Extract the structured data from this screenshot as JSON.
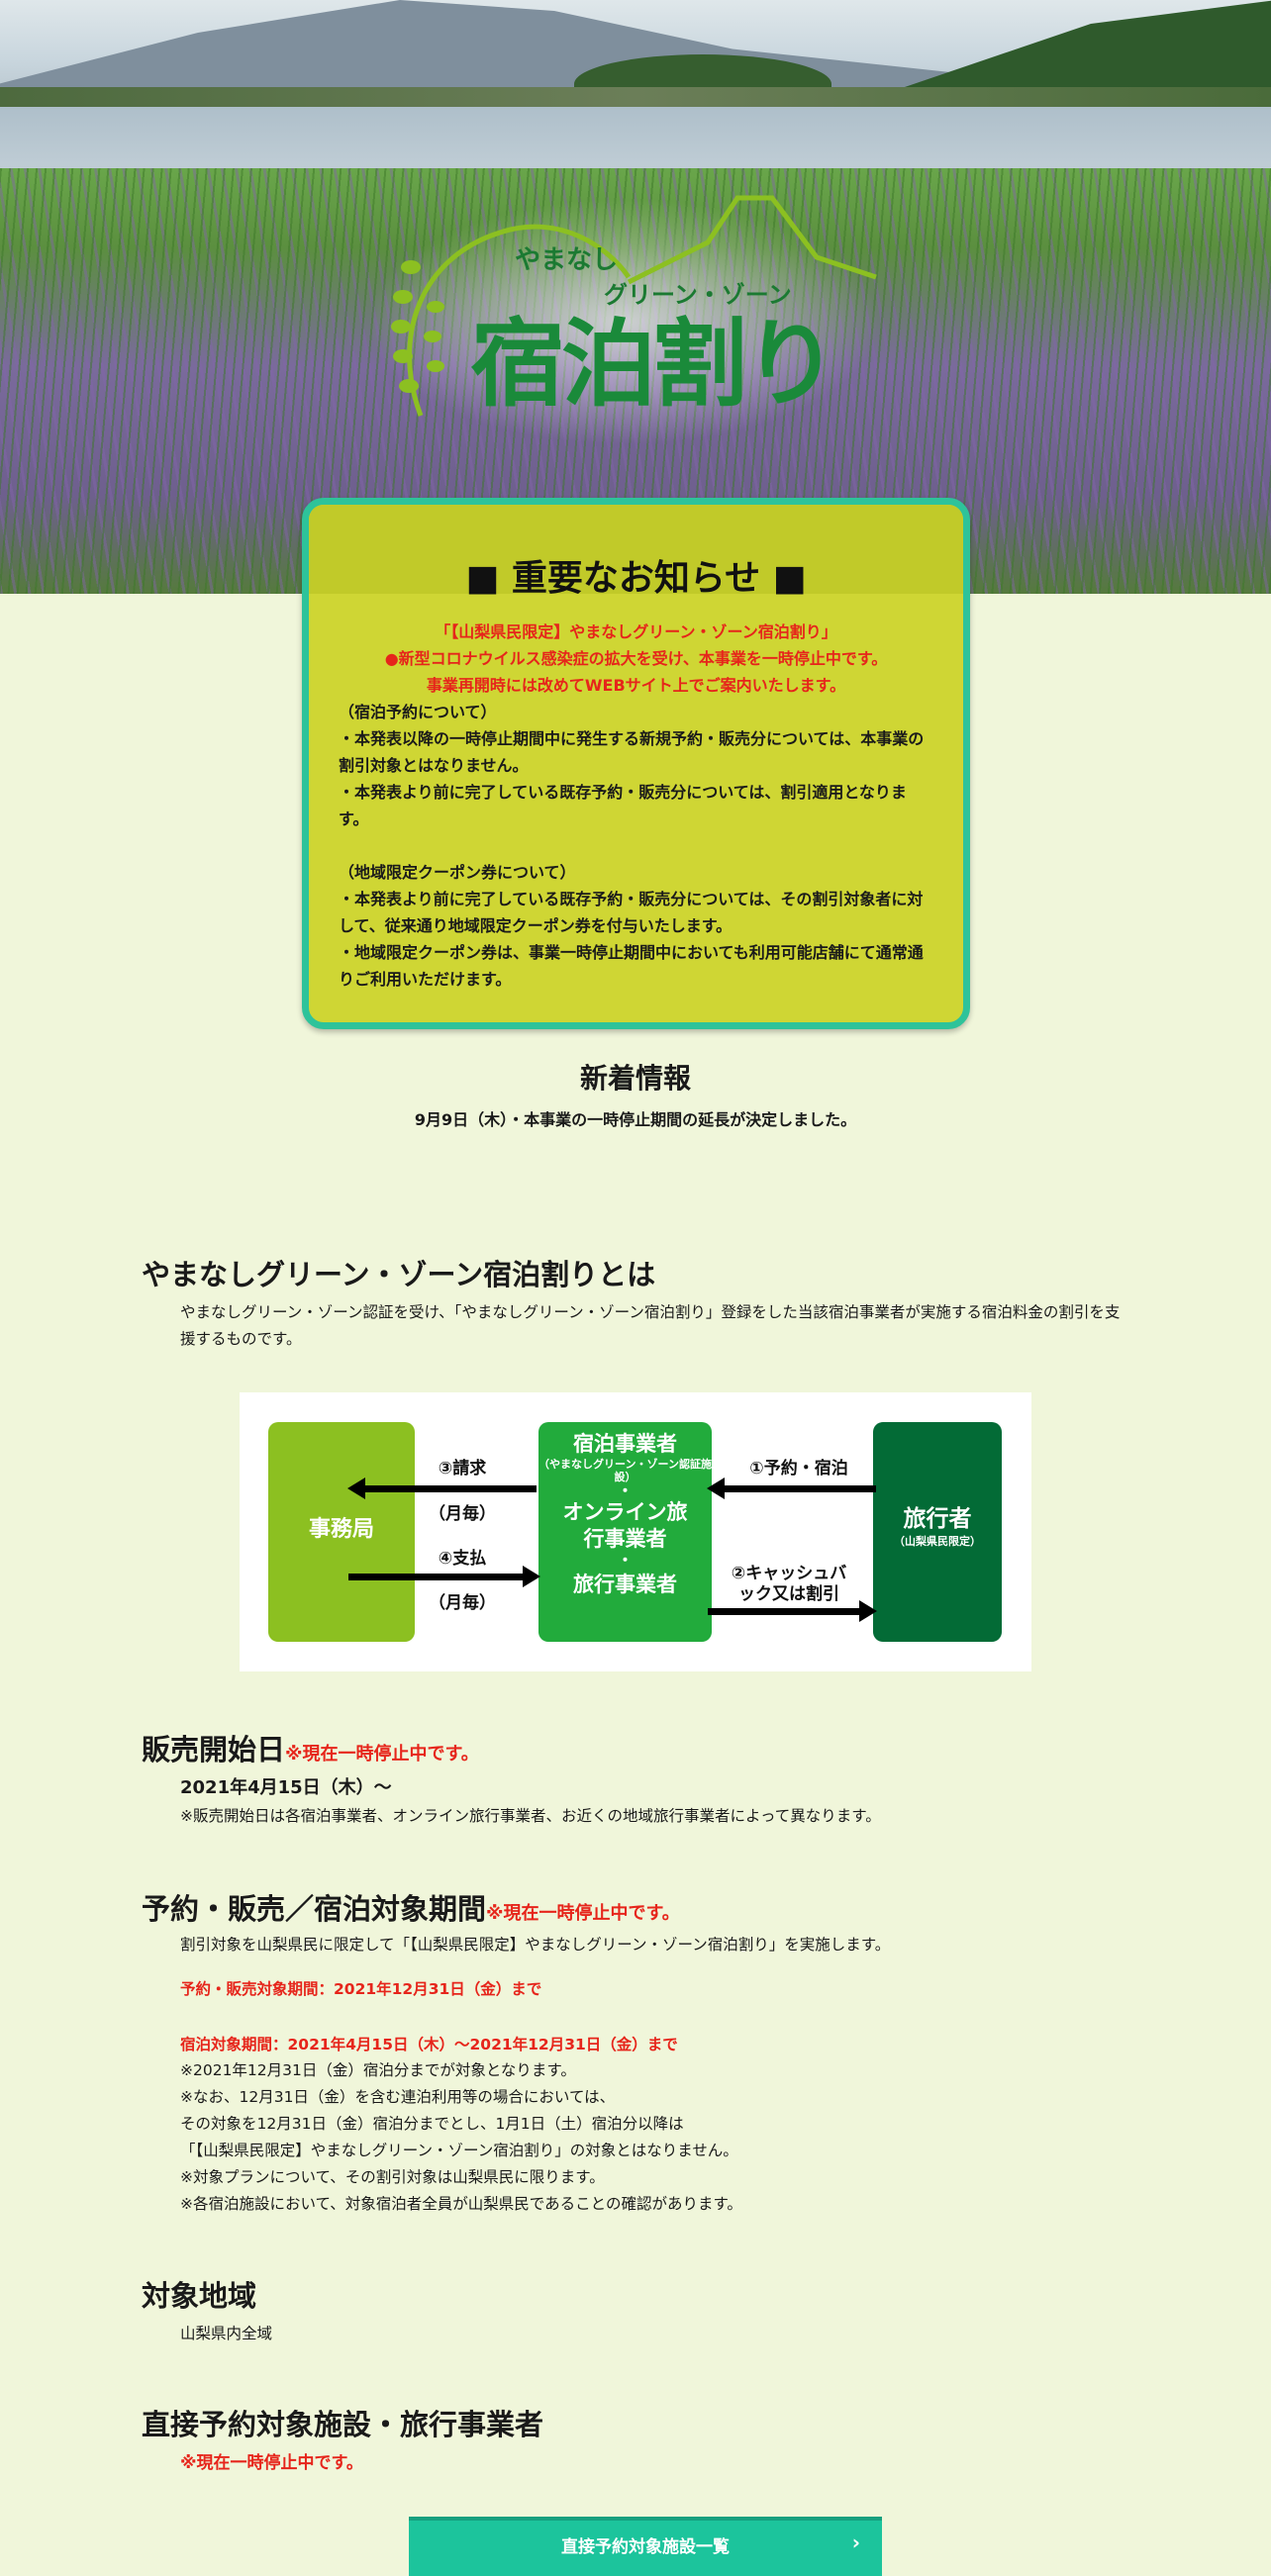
{
  "hero": {
    "logo_prefix": "やまなし",
    "logo_sub": "グリーン・ゾーン",
    "logo_main": "宿泊割り"
  },
  "notice": {
    "title": "■ 重要なお知らせ ■",
    "red_lines": [
      "「【山梨県民限定】やまなしグリーン・ゾーン宿泊割り」",
      "●新型コロナウイルス感染症の拡大を受け、本事業を一時停止中です。",
      "事業再開時には改めてWEBサイト上でご案内いたします。"
    ],
    "lodging_heading": "（宿泊予約について）",
    "lodging_items": [
      "・本発表以降の一時停止期間中に発生する新規予約・販売分については、本事業の割引対象とはなりません。",
      "・本発表より前に完了している既存予約・販売分については、割引適用となります。"
    ],
    "coupon_heading": "（地域限定クーポン券について）",
    "coupon_items": [
      "・本発表より前に完了している既存予約・販売分については、その割引対象者に対して、従来通り地域限定クーポン券を付与いたします。",
      "・地域限定クーポン券は、事業一時停止期間中においても利用可能店舗にて通常通りご利用いただけます。"
    ]
  },
  "news": {
    "title": "新着情報",
    "items": [
      "9月9日（木）・本事業の一時停止期間の延長が決定しました。"
    ]
  },
  "about": {
    "title": "やまなしグリーン・ゾーン宿泊割りとは",
    "text": "やまなしグリーン・ゾーン認証を受け、「やまなしグリーン・ゾーン宿泊割り」登録をした当該宿泊事業者が実施する宿泊料金の割引を支援するものです。"
  },
  "diagram": {
    "office": "事務局",
    "provider_1": "宿泊事業者",
    "provider_1_sub": "（やまなしグリーン・ゾーン認証施設）",
    "dot": "・",
    "provider_2": "オンライン旅行事業者",
    "provider_3": "旅行事業者",
    "traveler": "旅行者",
    "traveler_sub": "（山梨県民限定）",
    "step1": "①予約・宿泊",
    "step2": "②キャッシュバック又は割引",
    "step3": "③請求",
    "step3_sub": "（月毎）",
    "step4": "④支払",
    "step4_sub": "（月毎）"
  },
  "sales_start": {
    "title": "販売開始日",
    "tag": "※現在一時停止中です。",
    "date": "2021年4月15日（木）～",
    "note": "※販売開始日は各宿泊事業者、オンライン旅行事業者、お近くの地域旅行事業者によって異なります。"
  },
  "period": {
    "title": "予約・販売／宿泊対象期間",
    "tag": "※現在一時停止中です。",
    "intro": "割引対象を山梨県民に限定して「【山梨県民限定】やまなしグリーン・ゾーン宿泊割り」を実施します。",
    "sales_period": "予約・販売対象期間：2021年12月31日（金）まで",
    "stay_period": "宿泊対象期間：2021年4月15日（木）～2021年12月31日（金）まで",
    "notes": [
      "※2021年12月31日（金）宿泊分までが対象となります。",
      "※なお、12月31日（金）を含む連泊利用等の場合においては、",
      "その対象を12月31日（金）宿泊分までとし、1月1日（土）宿泊分以降は",
      "「【山梨県民限定】やまなしグリーン・ゾーン宿泊割り」の対象とはなりません。",
      "※対象プランについて、その割引対象は山梨県民に限ります。",
      "※各宿泊施設において、対象宿泊者全員が山梨県民であることの確認があります。"
    ]
  },
  "area": {
    "title": "対象地域",
    "text": "山梨県内全域"
  },
  "direct": {
    "title": "直接予約対象施設・旅行事業者",
    "tag": "※現在一時停止中です。",
    "button": "直接予約対象施設一覧"
  },
  "colors": {
    "background": "#f0f6da",
    "notice_bg": "#cfd634",
    "notice_border": "#2ec39a",
    "alert_red": "#e6251b",
    "office_green": "#8cc021",
    "provider_green": "#22ab3c",
    "traveler_green": "#036b36",
    "button": "#1cc49c"
  }
}
